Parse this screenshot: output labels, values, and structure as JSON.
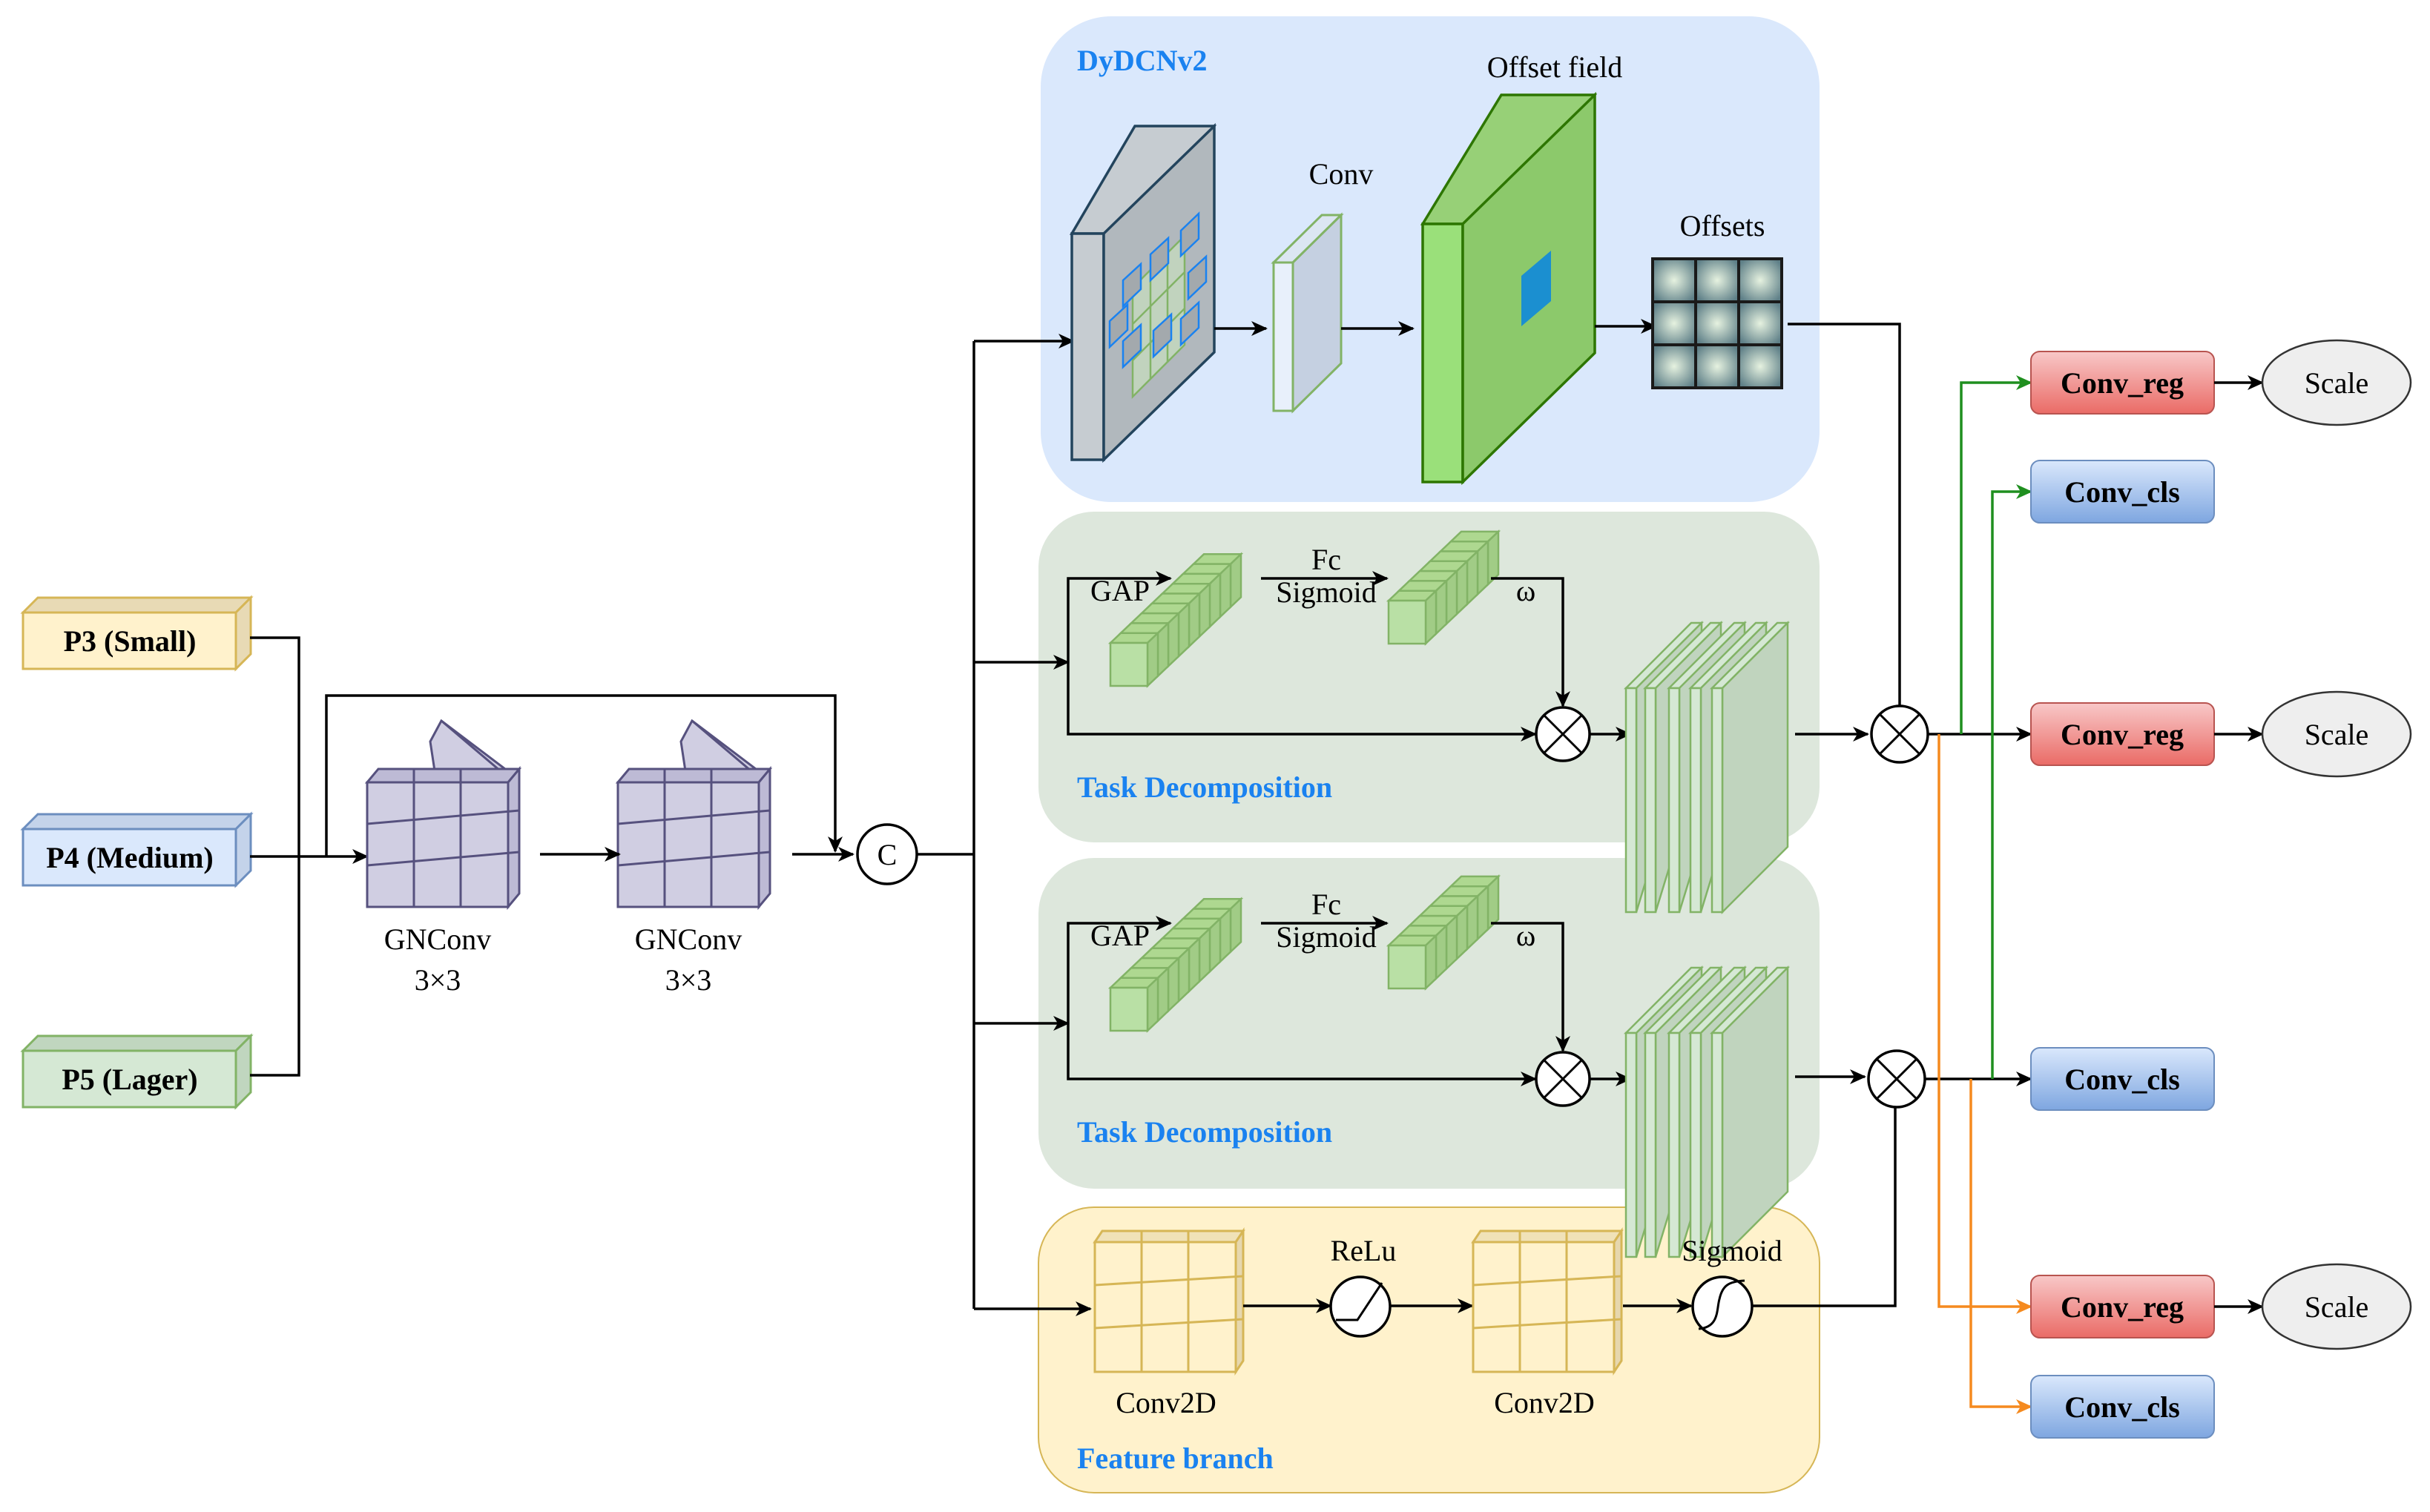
{
  "inputs": [
    {
      "label": "P3 (Small)",
      "color": "#fff2cc",
      "side": "#e8dab5",
      "stroke": "#d6b656"
    },
    {
      "label": "P4 (Medium)",
      "color": "#dae8fc",
      "side": "#c4d3ea",
      "stroke": "#6c8ebf"
    },
    {
      "label": "P5 (Lager)",
      "color": "#d5e8d4",
      "side": "#c0d6bf",
      "stroke": "#82b366"
    }
  ],
  "gnconv": [
    {
      "name": "GNConv",
      "kernel": "3×3"
    },
    {
      "name": "GNConv",
      "kernel": "3×3"
    }
  ],
  "concat_symbol": "C",
  "panels": {
    "dydcn": {
      "title": "DyDCNv2",
      "conv_label": "Conv",
      "offset_field_label": "Offset field",
      "offsets_label": "Offsets",
      "bg": "#dae8fc"
    },
    "task1": {
      "title": "Task Decomposition",
      "gap_label": "GAP",
      "fc_label": "Fc",
      "sigmoid_label": "Sigmoid",
      "omega_label": "ω",
      "bg": "#dde7dc"
    },
    "task2": {
      "title": "Task Decomposition",
      "gap_label": "GAP",
      "fc_label": "Fc",
      "sigmoid_label": "Sigmoid",
      "omega_label": "ω",
      "bg": "#dde7dc"
    },
    "feature": {
      "title": "Feature branch",
      "conv1_label": "Conv2D",
      "relu_label": "ReLu",
      "conv2_label": "Conv2D",
      "sigmoid_label": "Sigmoid",
      "bg": "#fff2cc"
    }
  },
  "outputs": [
    {
      "label": "Conv_reg",
      "type": "reg",
      "scale": "Scale",
      "route": "green"
    },
    {
      "label": "Conv_cls",
      "type": "cls",
      "scale": null,
      "route": "green"
    },
    {
      "label": "Conv_reg",
      "type": "reg",
      "scale": "Scale",
      "route": "black"
    },
    {
      "label": "Conv_cls",
      "type": "cls",
      "scale": null,
      "route": "black"
    },
    {
      "label": "Conv_reg",
      "type": "reg",
      "scale": "Scale",
      "route": "orange"
    },
    {
      "label": "Conv_cls",
      "type": "cls",
      "scale": null,
      "route": "orange"
    }
  ],
  "colors": {
    "title_blue": "#1a82f0",
    "green_route": "#1f8f1f",
    "orange_route": "#f58a1f",
    "reg_top": "#f8c8c8",
    "reg_bottom": "#ea6b66",
    "cls_top": "#dae8fc",
    "cls_bottom": "#7ea6e0",
    "gnconv_fill": "#d0cee2",
    "gnconv_stroke": "#56517e"
  }
}
